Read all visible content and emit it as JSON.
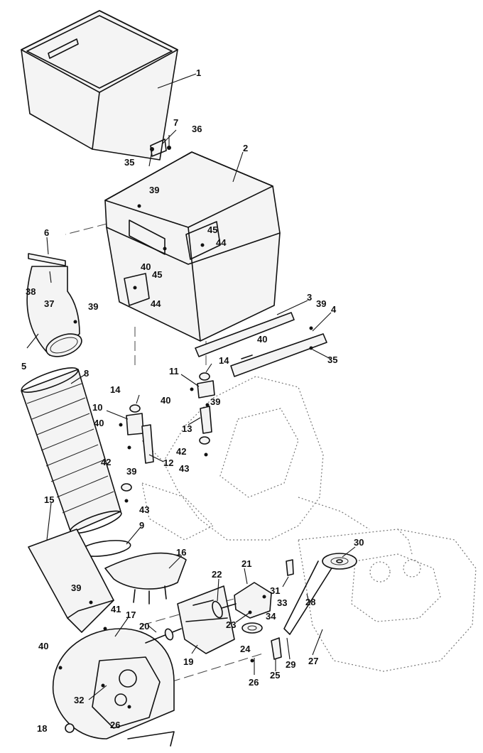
{
  "callouts": {
    "c1": "1",
    "c2": "2",
    "c3": "3",
    "c4": "4",
    "c5": "5",
    "c6": "6",
    "c7": "7",
    "c8": "8",
    "c9": "9",
    "c10": "10",
    "c11": "11",
    "c12": "12",
    "c13": "13",
    "c14a": "14",
    "c14b": "14",
    "c15": "15",
    "c16": "16",
    "c17": "17",
    "c18": "18",
    "c19": "19",
    "c20": "20",
    "c21": "21",
    "c22": "22",
    "c23": "23",
    "c24": "24",
    "c25": "25",
    "c26a": "26",
    "c26b": "26",
    "c27": "27",
    "c28": "28",
    "c29": "29",
    "c30": "30",
    "c31": "31",
    "c32": "32",
    "c33": "33",
    "c34": "34",
    "c35a": "35",
    "c35b": "35",
    "c36": "36",
    "c37": "37",
    "c38": "38",
    "c39a": "39",
    "c39b": "39",
    "c39c": "39",
    "c39d": "39",
    "c39e": "39",
    "c39f": "39",
    "c40a": "40",
    "c40b": "40",
    "c40c": "40",
    "c40d": "40",
    "c40e": "40",
    "c41": "41",
    "c42a": "42",
    "c42b": "42",
    "c43a": "43",
    "c43b": "43",
    "c44a": "44",
    "c44b": "44",
    "c45a": "45",
    "c45b": "45"
  }
}
